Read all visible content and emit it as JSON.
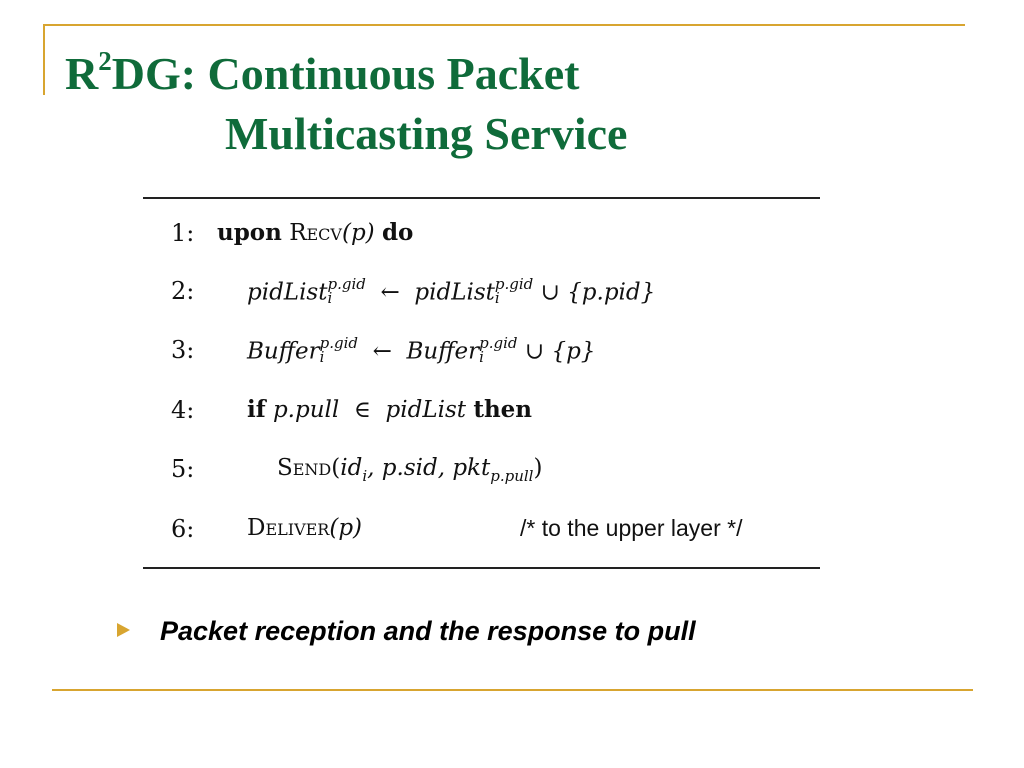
{
  "slide": {
    "title_prefix": "R",
    "title_sup": "2",
    "title_rest": "DG: Continuous Packet",
    "title_line2": "Multicasting Service",
    "colors": {
      "title": "#0f6b3a",
      "accent": "#d8a530",
      "text": "#000000"
    }
  },
  "algorithm": {
    "lines": [
      {
        "num": "1:",
        "upon": "upon",
        "recv": "Recv",
        "recv_arg": "(p)",
        "do": "do"
      },
      {
        "num": "2:",
        "lhs": "pidList",
        "sup": "p.gid",
        "sub": "i",
        "arrow": "←",
        "rhs": "pidList",
        "rhs_sup": "p.gid",
        "rhs_sub": "i",
        "union": "∪",
        "set": "{p.pid}"
      },
      {
        "num": "3:",
        "lhs": "Buffer",
        "sup": "p.gid",
        "sub": "i",
        "arrow": "←",
        "rhs": "Buffer",
        "rhs_sup": "p.gid",
        "rhs_sub": "i",
        "union": "∪",
        "set": "{p}"
      },
      {
        "num": "4:",
        "if": "if",
        "cond": "p.pull",
        "in": "∈",
        "list": "pidList",
        "then": "then"
      },
      {
        "num": "5:",
        "send": "Send",
        "open": "(",
        "id": "id",
        "id_sub": "i",
        "args": ", p.sid, ",
        "pkt": "pkt",
        "pkt_sub": "p.pull",
        "close": ")"
      },
      {
        "num": "6:",
        "deliver": "Deliver",
        "deliver_arg": "(p)",
        "comment": "/* to the upper layer */"
      }
    ]
  },
  "bullet": {
    "icon": "arrow-bullet-icon",
    "text": "Packet reception and the response to pull"
  }
}
